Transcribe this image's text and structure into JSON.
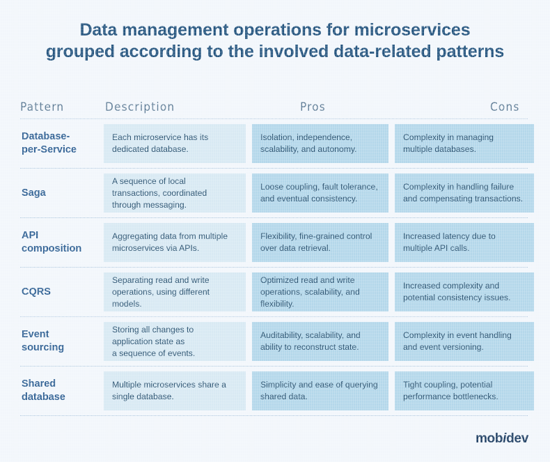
{
  "title": {
    "line1": "Data management operations for microservices",
    "line2": "grouped according to the involved data-related patterns"
  },
  "colors": {
    "background": "#f2f6fb",
    "title": "#25557f",
    "header_text": "#5d7b95",
    "pattern_text": "#2f6093",
    "body_text": "#2a5270",
    "desc_cell": "#d8e9f3",
    "pros_cell": "#b4d7ea",
    "cons_cell": "#b4d7ea",
    "separator": "#a9c4dc",
    "logo": "#1f3f63"
  },
  "table": {
    "headers": {
      "pattern": "Pattern",
      "description": "Description",
      "pros": "Pros",
      "cons": "Cons"
    },
    "rows": [
      {
        "pattern": [
          "Database-",
          "per-Service"
        ],
        "description": [
          "Each microservice has its",
          "dedicated database."
        ],
        "pros": [
          "Isolation, independence,",
          "scalability, and autonomy."
        ],
        "cons": [
          "Complexity in managing",
          "multiple databases."
        ]
      },
      {
        "pattern": [
          "Saga"
        ],
        "description": [
          "A sequence of local",
          "transactions, coordinated",
          "through messaging."
        ],
        "pros": [
          "Loose coupling, fault tolerance,",
          "and eventual consistency."
        ],
        "cons": [
          "Complexity in handling failure",
          "and compensating transactions."
        ]
      },
      {
        "pattern": [
          "API",
          "composition"
        ],
        "description": [
          "Aggregating data from multiple",
          "microservices via APIs."
        ],
        "pros": [
          "Flexibility, fine-grained control",
          "over data retrieval."
        ],
        "cons": [
          "Increased latency due to",
          "multiple API calls."
        ]
      },
      {
        "pattern": [
          "CQRS"
        ],
        "description": [
          "Separating read and write",
          "operations, using different",
          "models."
        ],
        "pros": [
          "Optimized read and write",
          "operations, scalability, and",
          "flexibility."
        ],
        "cons": [
          "Increased complexity and",
          "potential consistency issues."
        ]
      },
      {
        "pattern": [
          "Event",
          "sourcing"
        ],
        "description": [
          "Storing all changes to",
          "application state as",
          "a sequence of events."
        ],
        "pros": [
          "Auditability, scalability, and",
          "ability to reconstruct state."
        ],
        "cons": [
          "Complexity in event handling",
          "and event versioning."
        ]
      },
      {
        "pattern": [
          "Shared",
          "database"
        ],
        "description": [
          "Multiple microservices share a",
          "single database."
        ],
        "pros": [
          "Simplicity and ease of querying",
          "shared data."
        ],
        "cons": [
          "Tight coupling, potential",
          "performance bottlenecks."
        ]
      }
    ]
  },
  "logo": {
    "part1": "mob",
    "part2": "i",
    "part3": "dev"
  }
}
